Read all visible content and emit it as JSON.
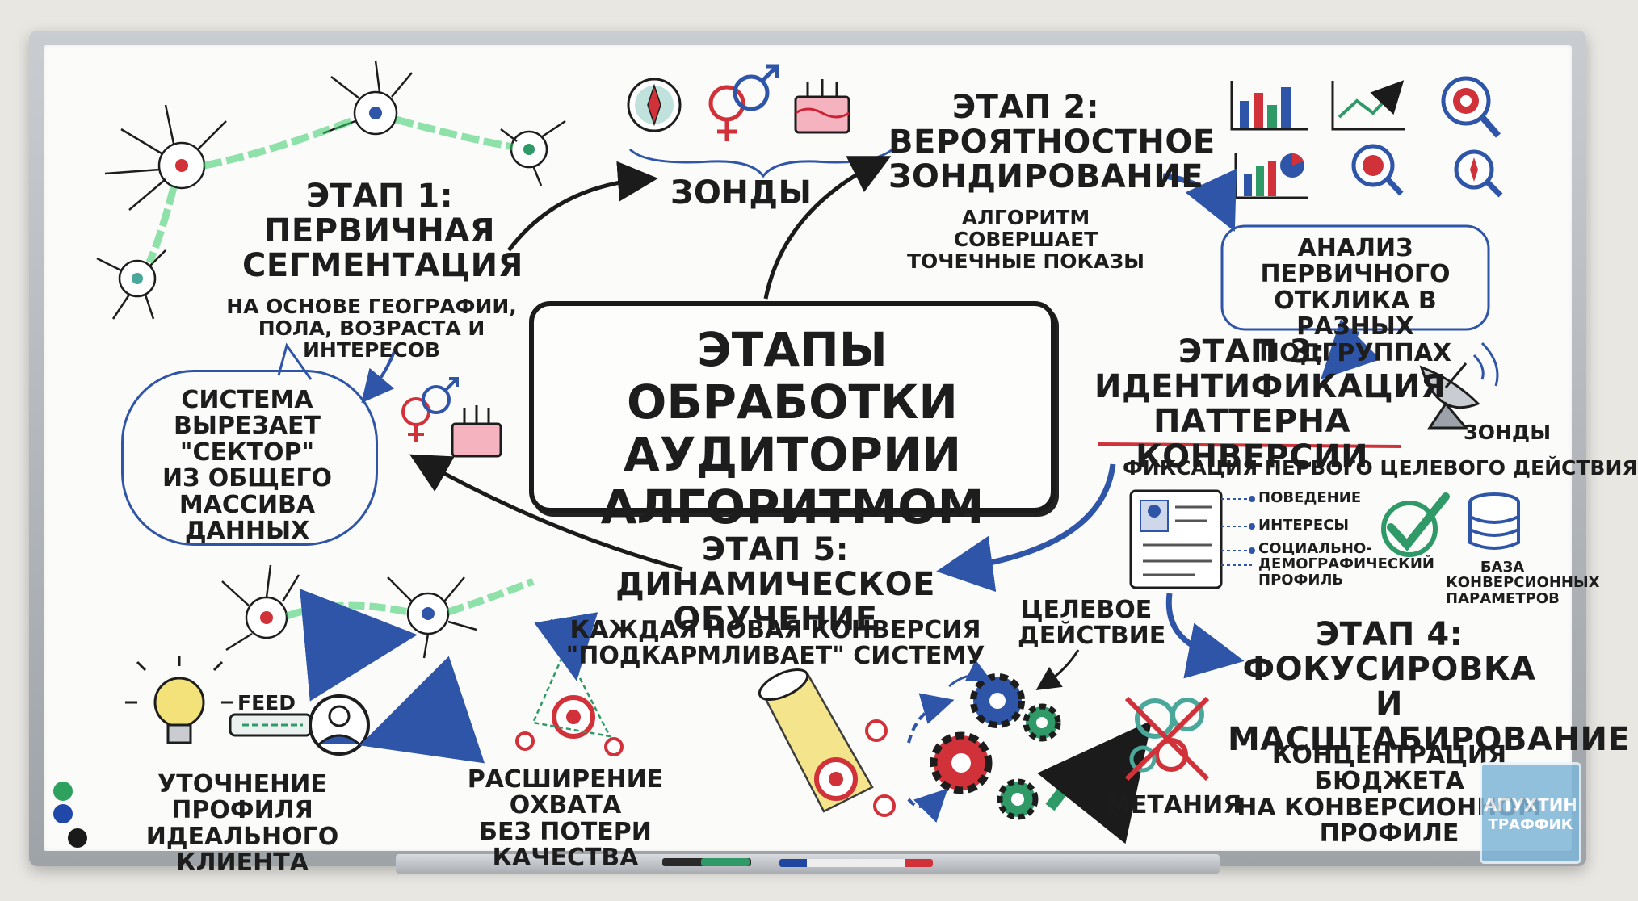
{
  "title": "ЭТАПЫ ОБРАБОТКИ\nАУДИТОРИИ\nАЛГОРИТМОМ",
  "stage1": {
    "heading": "ЭТАП 1:\nПЕРВИЧНАЯ\nСЕГМЕНТАЦИЯ",
    "subtitle": "НА ОСНОВЕ ГЕОГРАФИИ,\nПОЛА, ВОЗРАСТА И ИНТЕРЕСОВ",
    "bubble": "СИСТЕМА\nВЫРЕЗАЕТ \"СЕКТОР\"\nИЗ ОБЩЕГО МАССИВА\nДАННЫХ"
  },
  "probes_label": "ЗОНДЫ",
  "stage2": {
    "heading": "ЭТАП 2:\nВЕРОЯТНОСТНОЕ\nЗОНДИРОВАНИЕ",
    "subtitle": "АЛГОРИТМ СОВЕРШАЕТ\nТОЧЕЧНЫЕ ПОКАЗЫ",
    "analysis": "АНАЛИЗ ПЕРВИЧНОГО\nОТКЛИКА В РАЗНЫХ\nПОДГРУППАХ"
  },
  "stage3": {
    "heading": "ЭТАП 3:\nИДЕНТИФИКАЦИЯ\nПАТТЕРНА КОНВЕРСИИ",
    "probes": "ЗОНДЫ",
    "subtitle": "ФИКСАЦИЯ ПЕРВОГО ЦЕЛЕВОГО ДЕЙСТВИЯ",
    "profile_items": [
      "ПОВЕДЕНИЕ",
      "ИНТЕРЕСЫ",
      "СОЦИАЛЬНО-\nДЕМОГРАФИЧЕСКИЙ\nПРОФИЛЬ"
    ],
    "database": "БАЗА\nКОНВЕРСИОННЫХ\nПАРАМЕТРОВ"
  },
  "stage4": {
    "heading": "ЭТАП 4:\nФОКУСИРОВКА И\nМАСШТАБИРОВАНИЕ",
    "subtitle": "КОНЦЕНТРАЦИЯ БЮДЖЕТА\nНА КОНВЕРСИОННОМ\nПРОФИЛЕ",
    "target_action": "ЦЕЛЕВОЕ\nДЕЙСТВИЕ",
    "throwing": "МЕТАНИЯ"
  },
  "stage5": {
    "heading": "ЭТАП 5:\nДИНАМИЧЕСКОЕ ОБУЧЕНИЕ",
    "subtitle": "КАЖДАЯ НОВАЯ КОНВЕРСИЯ\n\"ПОДКАРМЛИВАЕТ\" СИСТЕМУ",
    "feed": "FEED",
    "refine": "УТОЧНЕНИЕ ПРОФИЛЯ\nИДЕАЛЬНОГО КЛИЕНТА",
    "expand": "РАСШИРЕНИЕ ОХВАТА\nБЕЗ ПОТЕРИ КАЧЕСТВА"
  },
  "logo": {
    "line1": "АПУХТИН",
    "line2": "ТРАФФИК"
  },
  "colors": {
    "blue": "#2f55a8",
    "red": "#d1323a",
    "green": "#2f9a67",
    "teal": "#4aa89a",
    "yellow": "#f3e27a"
  },
  "icons": [
    "neuron-icon",
    "compass-icon",
    "gender-icon",
    "cake-icon",
    "bar-chart-icon",
    "line-chart-icon",
    "target-magnifier-icon",
    "satellite-dish-icon",
    "profile-card-icon",
    "checkmark-icon",
    "database-icon",
    "gear-icon",
    "lightbulb-icon",
    "user-avatar-icon",
    "spotlight-icon",
    "crossed-targets-icon",
    "growth-arrow-icon"
  ]
}
